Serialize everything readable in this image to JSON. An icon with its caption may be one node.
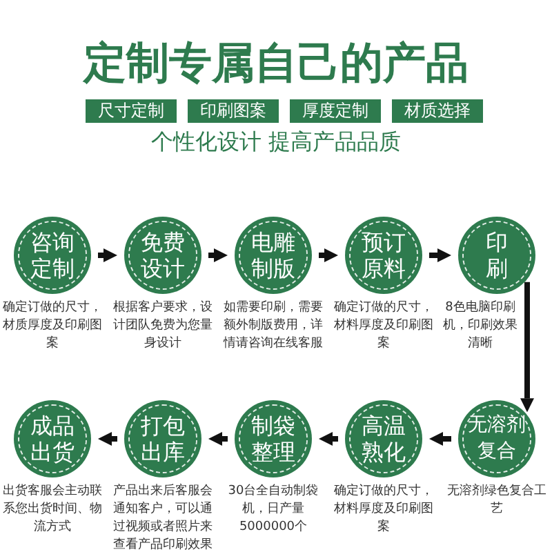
{
  "diagram": {
    "title": "定制专属自己的产品",
    "nodes": [
      {
        "text": [
          "尺寸定制"
        ]
      },
      {
        "text": [
          "印刷图案"
        ]
      },
      {
        "text": [
          "厚度定制"
        ]
      },
      {
        "text": [
          "材质选择"
        ]
      },
      {
        "text": [
          "咨询定制"
        ],
        "beside": [
          "确定订做的尺寸，材质厚度及印刷图案"
        ]
      },
      {
        "text": [
          "免费设计"
        ],
        "beside": [
          "根据客户要求，设计团队免费为您量身设计"
        ]
      },
      {
        "text": [
          "电雕制版"
        ],
        "beside": [
          "如需要印刷，需要额外制版费用，详情请咨询在线客服"
        ]
      },
      {
        "text": [
          "预订原料"
        ],
        "beside": [
          "确定订做的尺寸，材料厚度及印刷图案"
        ]
      },
      {
        "text": [
          "印刷"
        ],
        "beside": [
          "8色电脑印刷机，印刷效果清晰"
        ]
      },
      {
        "text": [
          "无溶剂复合"
        ],
        "beside": [
          "无溶剂绿色复合工艺"
        ]
      },
      {
        "text": [
          "高温熟化"
        ],
        "beside": [
          "确定订做的尺寸，材料厚度及印刷图案"
        ]
      },
      {
        "text": [
          "制袋整理"
        ],
        "beside": [
          "30台全自动制袋机，日产量5000000个"
        ]
      },
      {
        "text": [
          "打包出库"
        ],
        "beside": [
          "产品出来后客服会通知客户，可以通过视频或者照片来查看产品印刷效果"
        ]
      },
      {
        "text": [
          "成品出货"
        ],
        "beside": [
          "出货客服会主动联系您出货时间、物流方式"
        ]
      }
    ],
    "edges": [
      {
        "from": 4,
        "to": 5,
        "arrow": "to"
      },
      {
        "from": 5,
        "to": 6,
        "arrow": "to"
      },
      {
        "from": 6,
        "to": 7,
        "arrow": "to"
      },
      {
        "from": 7,
        "to": 8,
        "arrow": "to"
      },
      {
        "from": 8,
        "to": 9,
        "arrow": "to"
      },
      {
        "from": 9,
        "to": 10,
        "arrow": "to"
      },
      {
        "from": 10,
        "to": 11,
        "arrow": "to"
      },
      {
        "from": 11,
        "to": 12,
        "arrow": "to"
      },
      {
        "from": 12,
        "to": 13,
        "arrow": "to"
      }
    ],
    "labels": [
      "个性化设计 提高产品品质"
    ]
  }
}
